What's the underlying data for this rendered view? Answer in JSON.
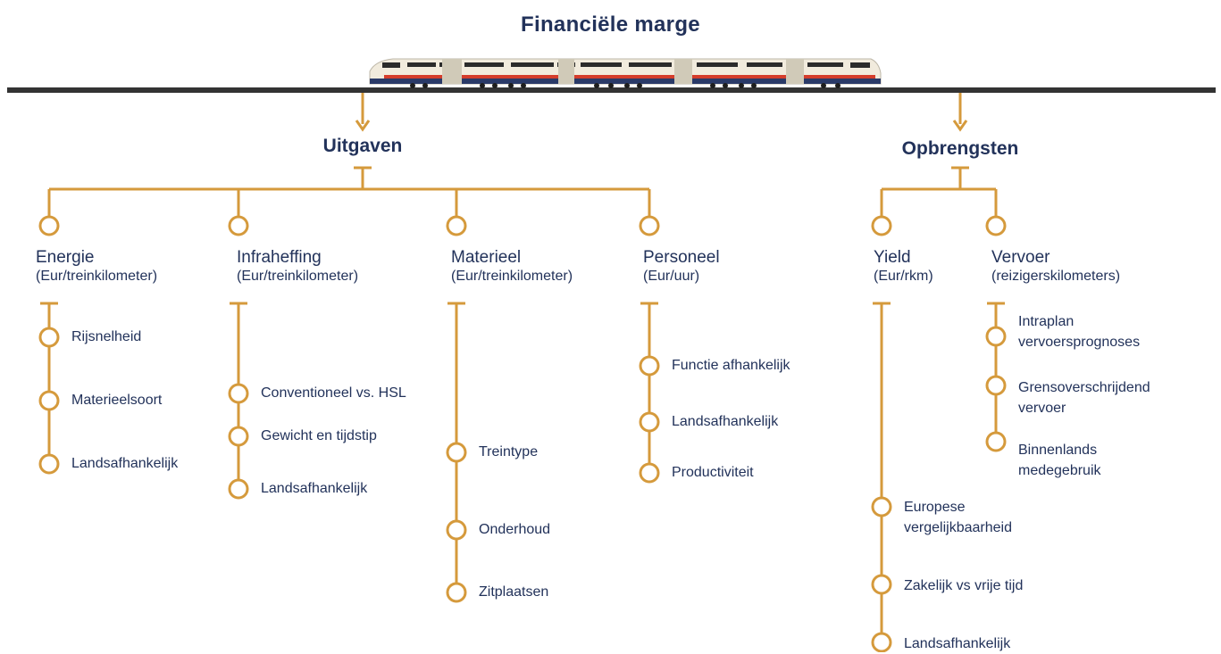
{
  "title": "Financiële marge",
  "colors": {
    "accent": "#d59a3c",
    "text": "#22325a",
    "track": "#333333"
  },
  "expenses": {
    "title": "Uitgaven",
    "categories": [
      {
        "name": "Energie",
        "unit": "(Eur/treinkilometer)",
        "items": [
          "Rijsnelheid",
          "Materieelsoort",
          "Landsafhankelijk"
        ]
      },
      {
        "name": "Infraheffing",
        "unit": "(Eur/treinkilometer)",
        "items": [
          "Conventioneel vs. HSL",
          "Gewicht en tijdstip",
          "Landsafhankelijk"
        ]
      },
      {
        "name": "Materieel",
        "unit": "(Eur/treinkilometer)",
        "items": [
          "Treintype",
          "Onderhoud",
          "Zitplaatsen"
        ]
      },
      {
        "name": "Personeel",
        "unit": "(Eur/uur)",
        "items": [
          "Functie afhankelijk",
          "Landsafhankelijk",
          "Productiviteit"
        ]
      }
    ]
  },
  "revenues": {
    "title": "Opbrengsten",
    "categories": [
      {
        "name": "Yield",
        "unit": "(Eur/rkm)",
        "items": [
          "Europese\nvergelijkbaarheid",
          "Zakelijk vs vrije tijd",
          "Landsafhankelijk"
        ]
      },
      {
        "name": "Vervoer",
        "unit": "(reizigerskilometers)",
        "items": [
          "Intraplan\nvervoersprognoses",
          "Grensoverschrijdend\nvervoer",
          "Binnenlands\nmedegebruik"
        ]
      }
    ]
  }
}
